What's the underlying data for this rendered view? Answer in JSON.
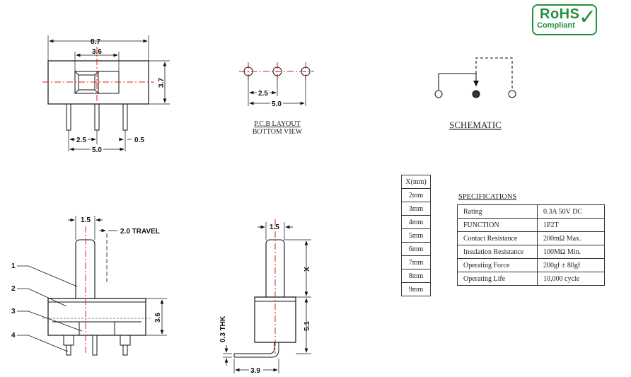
{
  "badge": {
    "line1": "RoHS",
    "line2": "Compliant",
    "color": "#21923c"
  },
  "top_view": {
    "width": "8.7",
    "slot": "3.6",
    "height": "3.7",
    "pitch": "2.5",
    "span": "5.0",
    "pin": "0.5"
  },
  "pcb_layout": {
    "pitch": "2.5",
    "span": "5.0",
    "title": "P.C.B LAYOUT",
    "subtitle": "BOTTOM VIEW"
  },
  "schematic": {
    "title": "SCHEMATIC"
  },
  "side_view": {
    "handle": "1.5",
    "travel": "2.0  TRAVEL",
    "height": "3.6",
    "callouts": [
      "1",
      "2",
      "3",
      "4"
    ]
  },
  "right_view": {
    "handle": "1.5",
    "x": "X",
    "body": "5.1",
    "thk": "0.3 THK",
    "base": "3.9"
  },
  "x_table": {
    "header": "X(mm)",
    "rows": [
      "2mm",
      "3mm",
      "4mm",
      "5mm",
      "6mm",
      "7mm",
      "8mm",
      "9mm"
    ]
  },
  "specifications": {
    "title": "SPECIFICATIONS",
    "rows": [
      {
        "key": "Rating",
        "value": "0.3A 50V DC"
      },
      {
        "key": "FUNCTION",
        "value": "1P2T"
      },
      {
        "key": "Contact Resistance",
        "value": "200mΩ  Max."
      },
      {
        "key": "Insulation Resistance",
        "value": "100MΩ  Min."
      },
      {
        "key": "Operating Force",
        "value": "200gf ± 80gf"
      },
      {
        "key": "Operating Life",
        "value": "10,000 cycle"
      }
    ]
  },
  "colors": {
    "centerline": "#e0201c",
    "ink": "#111111"
  }
}
